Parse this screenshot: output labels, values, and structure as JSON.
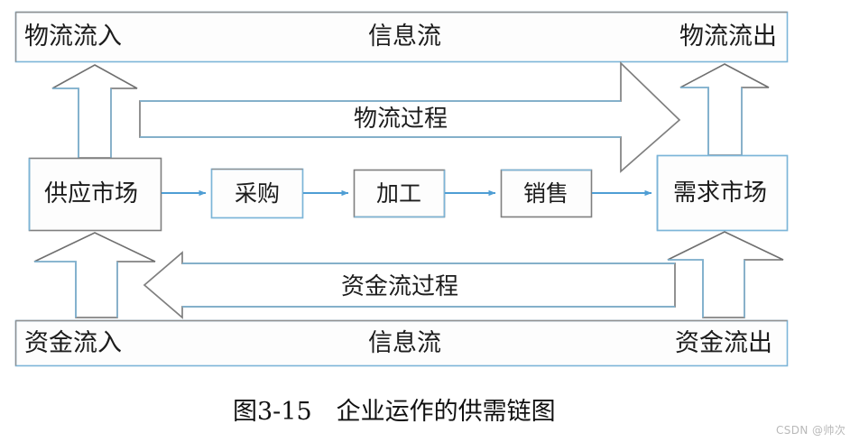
{
  "figure": {
    "caption": "图3-15　企业运作的供需链图",
    "watermark": "CSDN @帅次"
  },
  "colors": {
    "box_stroke_blue": "#7cb5d8",
    "box_stroke_gray": "#808080",
    "arrow_stroke_gray": "#6f6f6f",
    "arrow_stroke_blue": "#7cb5d8",
    "connector_blue": "#4f9ed4",
    "text": "#1c1c1c",
    "background": "#ffffff",
    "watermark": "#b9b9b9"
  },
  "top_bar": {
    "left_label": "物流流入",
    "center_label": "信息流",
    "right_label": "物流流出"
  },
  "bottom_bar": {
    "left_label": "资金流入",
    "center_label": "信息流",
    "right_label": "资金流出"
  },
  "chain_nodes": [
    {
      "id": "supply-market",
      "label": "供应市场"
    },
    {
      "id": "procurement",
      "label": "采购"
    },
    {
      "id": "processing",
      "label": "加工"
    },
    {
      "id": "sales",
      "label": "销售"
    },
    {
      "id": "demand-market",
      "label": "需求市场"
    }
  ],
  "flows": [
    {
      "id": "material-flow-process",
      "label": "物流过程",
      "direction": "right"
    },
    {
      "id": "capital-flow-process",
      "label": "资金流过程",
      "direction": "left"
    }
  ],
  "vertical_arrows": [
    {
      "id": "material-inflow-arrow",
      "direction": "up",
      "from": "supply-market",
      "to": "top-bar-left"
    },
    {
      "id": "material-outflow-arrow",
      "direction": "up",
      "from": "demand-market",
      "to": "top-bar-right"
    },
    {
      "id": "capital-inflow-arrow",
      "direction": "up",
      "from": "bottom-bar-left",
      "to": "supply-market"
    },
    {
      "id": "capital-outflow-arrow",
      "direction": "up",
      "from": "bottom-bar-right",
      "to": "demand-market"
    }
  ]
}
